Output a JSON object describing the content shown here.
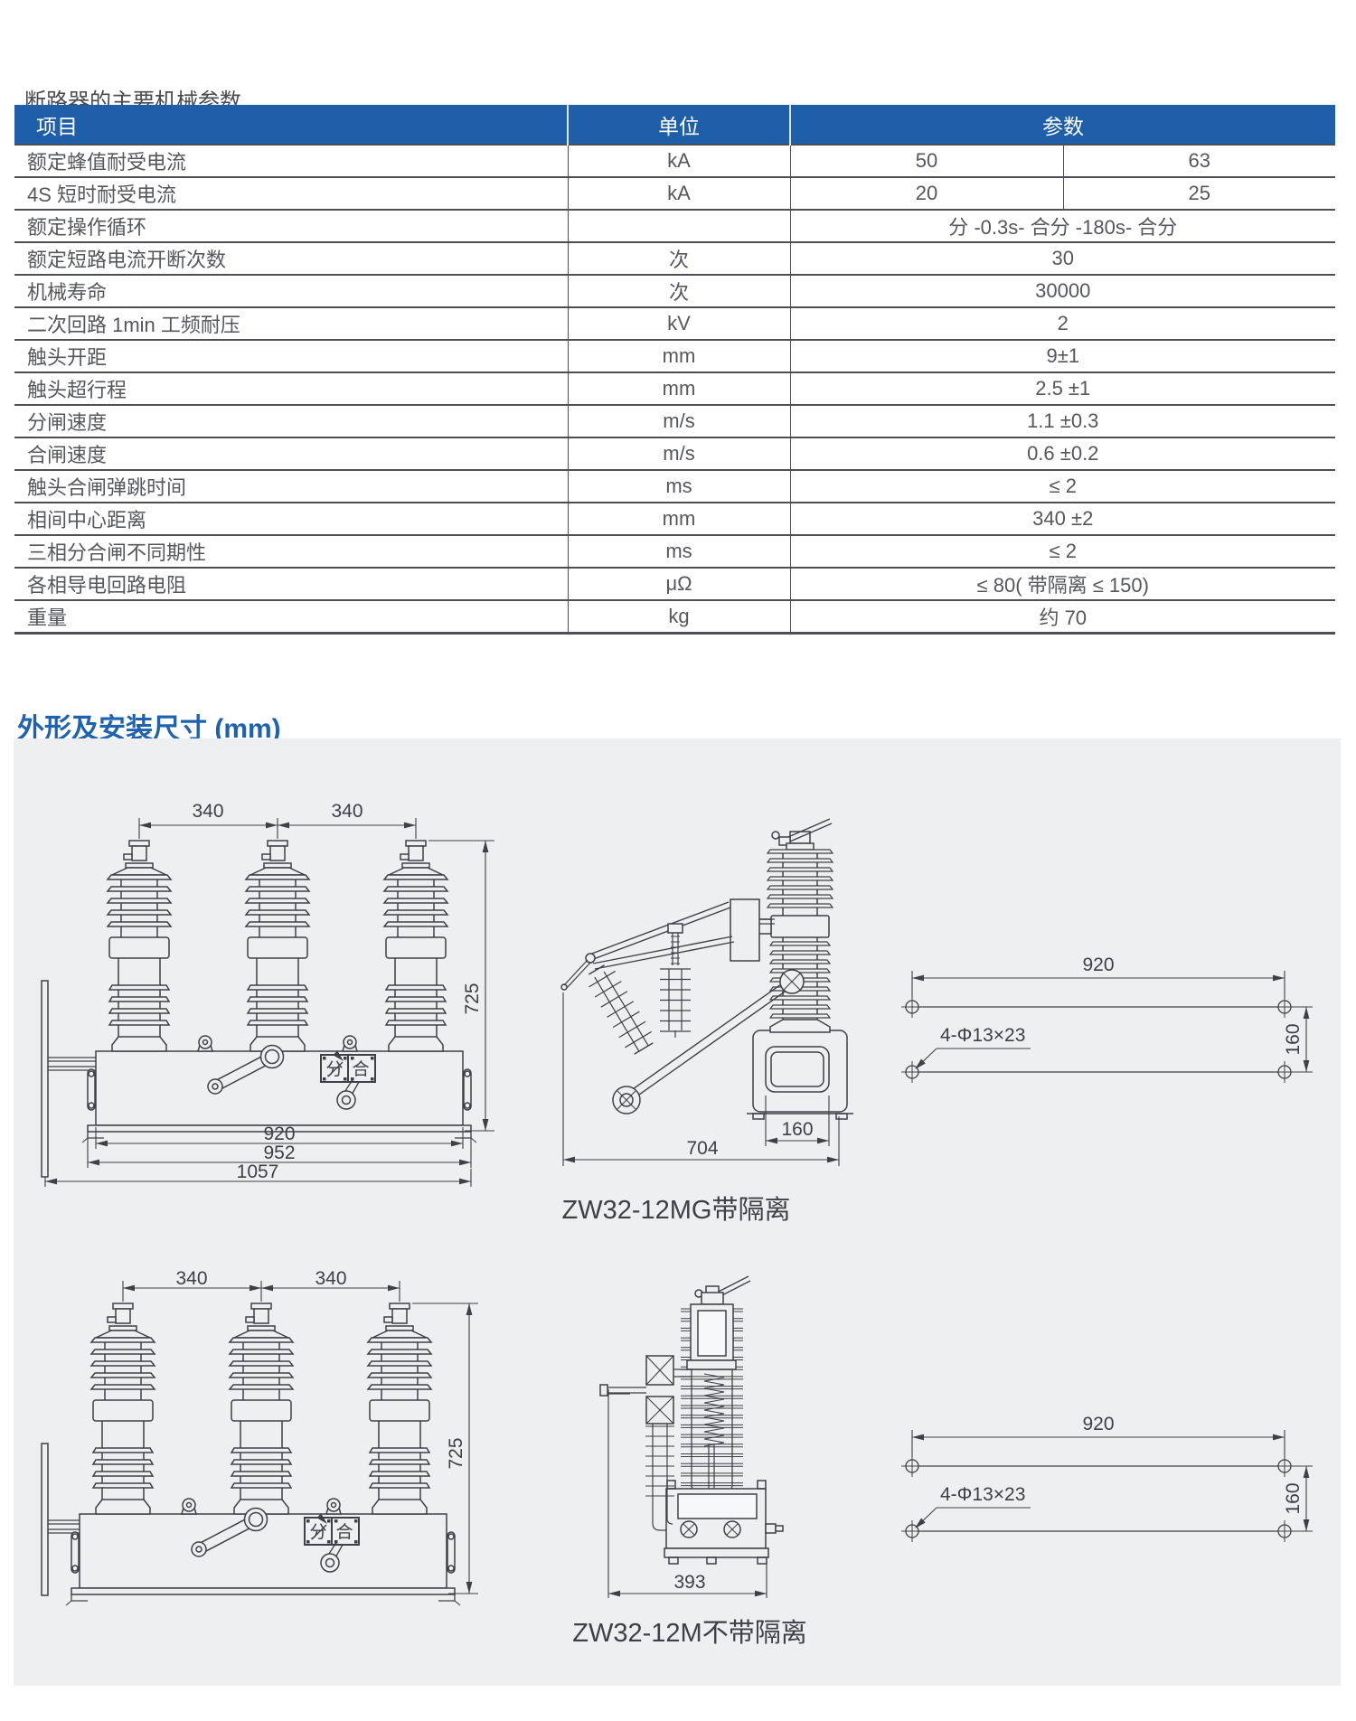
{
  "page": {
    "title": "断路器的主要机械参数",
    "section_title": "外形及安装尺寸 (mm)"
  },
  "table": {
    "headers": [
      "项目",
      "单位",
      "参数"
    ],
    "rows": [
      {
        "item": "额定蜂值耐受电流",
        "unit": "kA",
        "values": [
          "50",
          "63"
        ]
      },
      {
        "item": "4S 短时耐受电流",
        "unit": "kA",
        "values": [
          "20",
          "25"
        ]
      },
      {
        "item": "额定操作循环",
        "unit": "",
        "values": [
          "分 -0.3s- 合分 -180s- 合分"
        ]
      },
      {
        "item": "额定短路电流开断次数",
        "unit": "次",
        "values": [
          "30"
        ]
      },
      {
        "item": "机械寿命",
        "unit": "次",
        "values": [
          "30000"
        ]
      },
      {
        "item": "二次回路 1min 工频耐压",
        "unit": "kV",
        "values": [
          "2"
        ]
      },
      {
        "item": "触头开距",
        "unit": "mm",
        "values": [
          "9±1"
        ]
      },
      {
        "item": "触头超行程",
        "unit": "mm",
        "values": [
          "2.5 ±1"
        ]
      },
      {
        "item": "分闸速度",
        "unit": "m/s",
        "values": [
          "1.1 ±0.3"
        ]
      },
      {
        "item": "合闸速度",
        "unit": "m/s",
        "values": [
          "0.6 ±0.2"
        ]
      },
      {
        "item": "触头合闸弹跳时间",
        "unit": "ms",
        "values": [
          "≤ 2"
        ]
      },
      {
        "item": "相间中心距离",
        "unit": "mm",
        "values": [
          "340 ±2"
        ]
      },
      {
        "item": "三相分合闸不同期性",
        "unit": "ms",
        "values": [
          "≤ 2"
        ]
      },
      {
        "item": "各相导电回路电阻",
        "unit": "μΩ",
        "values": [
          "≤ 80( 带隔离 ≤ 150)"
        ]
      },
      {
        "item": "重量",
        "unit": "kg",
        "values": [
          "约 70"
        ]
      }
    ]
  },
  "drawings": {
    "front_top": {
      "dim_span_left": "340",
      "dim_span_right": "340",
      "dim_height": "725",
      "dim_920": "920",
      "dim_952": "952",
      "dim_1057": "1057",
      "indicator_open": "分",
      "indicator_close": "合"
    },
    "side_mg": {
      "dim_160": "160",
      "dim_704": "704",
      "label": "ZW32-12MG带隔离"
    },
    "holes_top": {
      "dim_920": "920",
      "dim_160": "160",
      "note": "4-Φ13×23"
    },
    "front_bottom": {
      "dim_span_left": "340",
      "dim_span_right": "340",
      "dim_height": "725",
      "indicator_open": "分",
      "indicator_close": "合"
    },
    "side_m": {
      "dim_393": "393",
      "label": "ZW32-12M不带隔离"
    },
    "holes_bottom": {
      "dim_920": "920",
      "dim_160": "160",
      "note": "4-Φ13×23"
    }
  }
}
